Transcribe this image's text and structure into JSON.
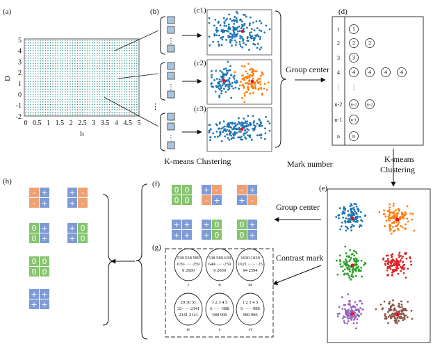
{
  "panels": {
    "a": "(a)",
    "b": "(b)",
    "c1": "(c1)",
    "c2": "(c2)",
    "c3": "(c3)",
    "d": "(d)",
    "e": "(e)",
    "f": "(f)",
    "g": "(g)",
    "h": "(h)"
  },
  "axis_a": {
    "ylabel": "D",
    "xlabel": "h",
    "yticks": [
      "5",
      "4",
      "3",
      "2",
      "1",
      "0",
      "-1",
      "-2"
    ],
    "xticks": [
      "0",
      "0.5",
      "1",
      "1.5",
      "2",
      "2.5",
      "3",
      "3.5",
      "4",
      "4.5",
      "5"
    ]
  },
  "annotations": {
    "kmeans_clustering": "K-means Clustering",
    "group_center_1": "Group center",
    "mark_number": "Mark number",
    "kmeans_right_1": "K-means",
    "kmeans_right_2": "Clustering",
    "group_center_2": "Group center",
    "contrast_mark": "Contrast mark"
  },
  "table_d": {
    "rows": [
      "1",
      "2",
      "3",
      "4",
      "⋮",
      "n-2",
      "n-1",
      "n"
    ],
    "circles": [
      [
        "1"
      ],
      [
        "2",
        "2"
      ],
      [
        "3"
      ],
      [
        "4",
        "4",
        "4",
        "4"
      ],
      [
        "⋮"
      ],
      [
        "n-2",
        "n-2"
      ],
      [
        "n-1"
      ],
      [
        "n"
      ]
    ]
  },
  "signs": {
    "f": [
      [
        "0",
        "0",
        "0",
        "0"
      ],
      [
        "+",
        "-",
        "-",
        "+"
      ],
      [
        "-",
        "+",
        "+",
        "-"
      ],
      [
        "+",
        "+",
        "+",
        "+"
      ],
      [
        "+",
        "0",
        "+",
        "0"
      ],
      [
        "0",
        "+",
        "0",
        "+"
      ]
    ],
    "h": [
      [
        "-",
        "+",
        "-",
        "+"
      ],
      [
        "+",
        "-",
        "+",
        "-"
      ],
      [
        "0",
        "+",
        "0",
        "+"
      ],
      [
        "+",
        "0",
        "+",
        "0"
      ],
      [
        "0",
        "0",
        "0",
        "0"
      ],
      [
        "+",
        "+",
        "+",
        "+"
      ]
    ]
  },
  "circles_g": [
    {
      "l1": "538 538 589",
      "l2": "639······259",
      "l3": "9 2600",
      "roman": "i"
    },
    {
      "l1": "538 589 639",
      "l2": "649······259",
      "l3": "9 2600",
      "roman": "ii"
    },
    {
      "l1": "1020 1020",
      "l2": "1021 ······ 25",
      "l3": "94 2594",
      "roman": "iii"
    },
    {
      "l1": "29 30 31",
      "l2": "32······2141",
      "l3": "2141  2141",
      "roman": "iv"
    },
    {
      "l1": "1 2 3 4 5",
      "l2": "6 ······988",
      "l3": "989 990",
      "roman": "v"
    },
    {
      "l1": "1 2 3 4 5",
      "l2": "6 ······988",
      "l3": "989 990",
      "roman": "vi"
    }
  ],
  "colors": {
    "grid": "#2f8f8a",
    "blue": "#1f77b4",
    "orange": "#ff7f0e",
    "green": "#2ca02c",
    "red": "#d62728",
    "purple": "#9467bd",
    "brown": "#8c564b",
    "center": "#e8102a",
    "sq_orange": "#f0a172",
    "sq_blue": "#7d9bd6",
    "sq_green": "#86c46e",
    "sq_b_panel": "#a9c4de"
  }
}
